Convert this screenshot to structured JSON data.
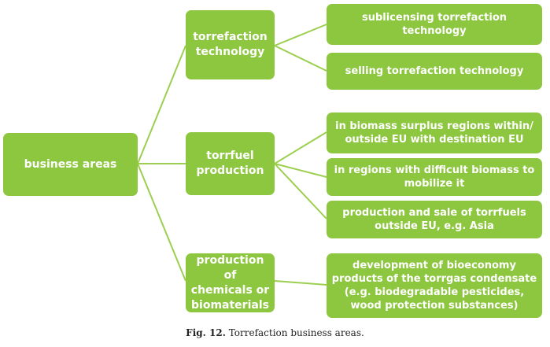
{
  "diagram": {
    "root": "business areas",
    "branches": [
      {
        "label": "torrefaction\ntechnology",
        "children": [
          "sublicensing torrefaction\ntechnology",
          "selling torrefaction technology"
        ]
      },
      {
        "label": "torrfuel\nproduction",
        "children": [
          "in biomass surplus regions within/\noutside EU with destination EU",
          "in regions with difficult biomass to\nmobilize it",
          "production and sale of torrfuels\noutside EU, e.g. Asia"
        ]
      },
      {
        "label": "production of\nchemicals or\nbiomaterials",
        "children": [
          "development of bioeconomy\nproducts of the torrgas condensate\n(e.g. biodegradable pesticides,\nwood protection substances)"
        ]
      }
    ],
    "colors": {
      "box": "#8dc63f",
      "connector": "#9ccf4f",
      "text": "#ffffff"
    }
  },
  "caption": {
    "number": "Fig. 12.",
    "text": "Torrefaction business areas."
  }
}
